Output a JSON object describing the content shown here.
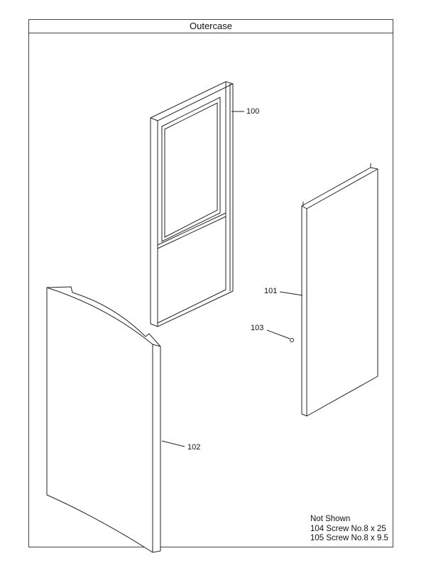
{
  "title": "Outercase",
  "callouts": {
    "p100": "100",
    "p101": "101",
    "p102": "102",
    "p103": "103"
  },
  "not_shown": {
    "heading": "Not Shown",
    "items": [
      "104 Screw No.8 x 25",
      "105 Screw No.8 x 9.5"
    ]
  }
}
